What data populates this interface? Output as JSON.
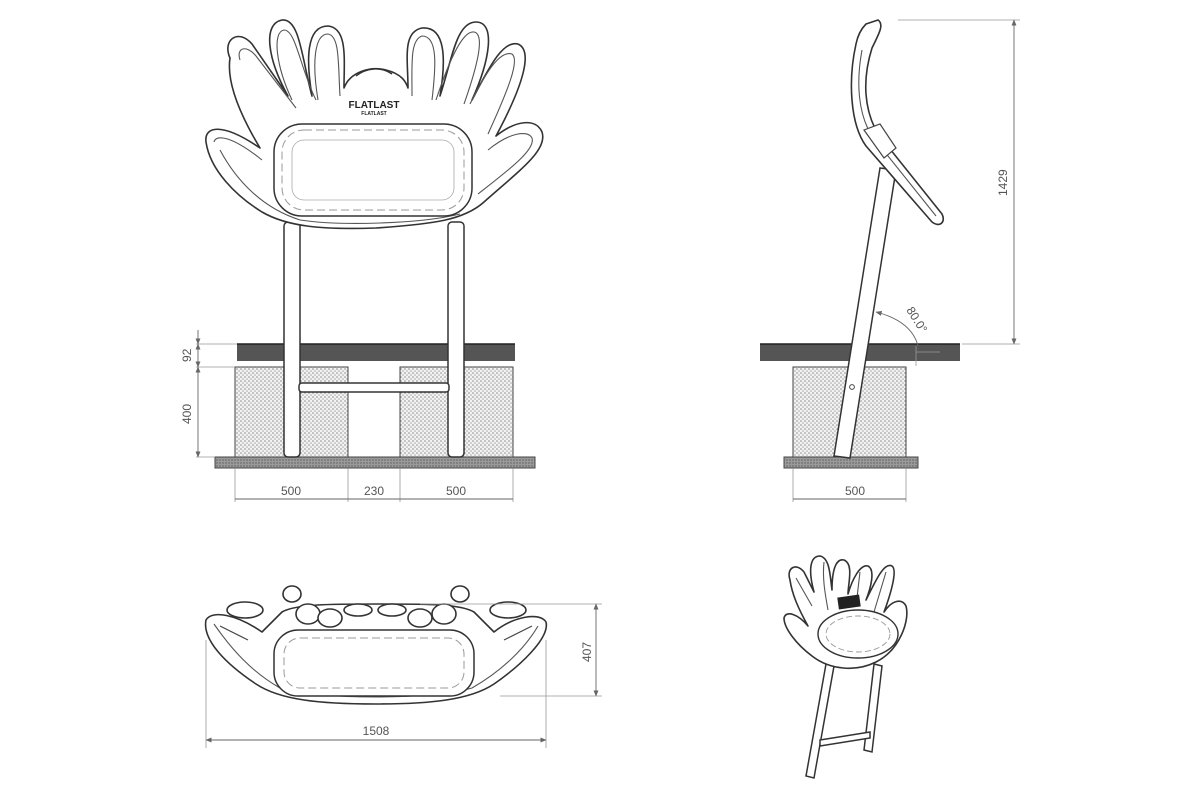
{
  "logo": {
    "line1": "FLATLAST",
    "line2": "FLATLAST"
  },
  "front_view": {
    "height_ground_layer": "92",
    "height_blocks": "400",
    "width_left_block": "500",
    "width_gap": "230",
    "width_right_block": "500"
  },
  "side_view": {
    "overall_height": "1429",
    "tilt_angle": "80.0°",
    "base_width": "500"
  },
  "top_view": {
    "depth": "407",
    "width": "1508"
  },
  "colors": {
    "line": "#333333",
    "dimension": "#666666",
    "ground": "#555555",
    "dots": "#9a9a9a"
  }
}
